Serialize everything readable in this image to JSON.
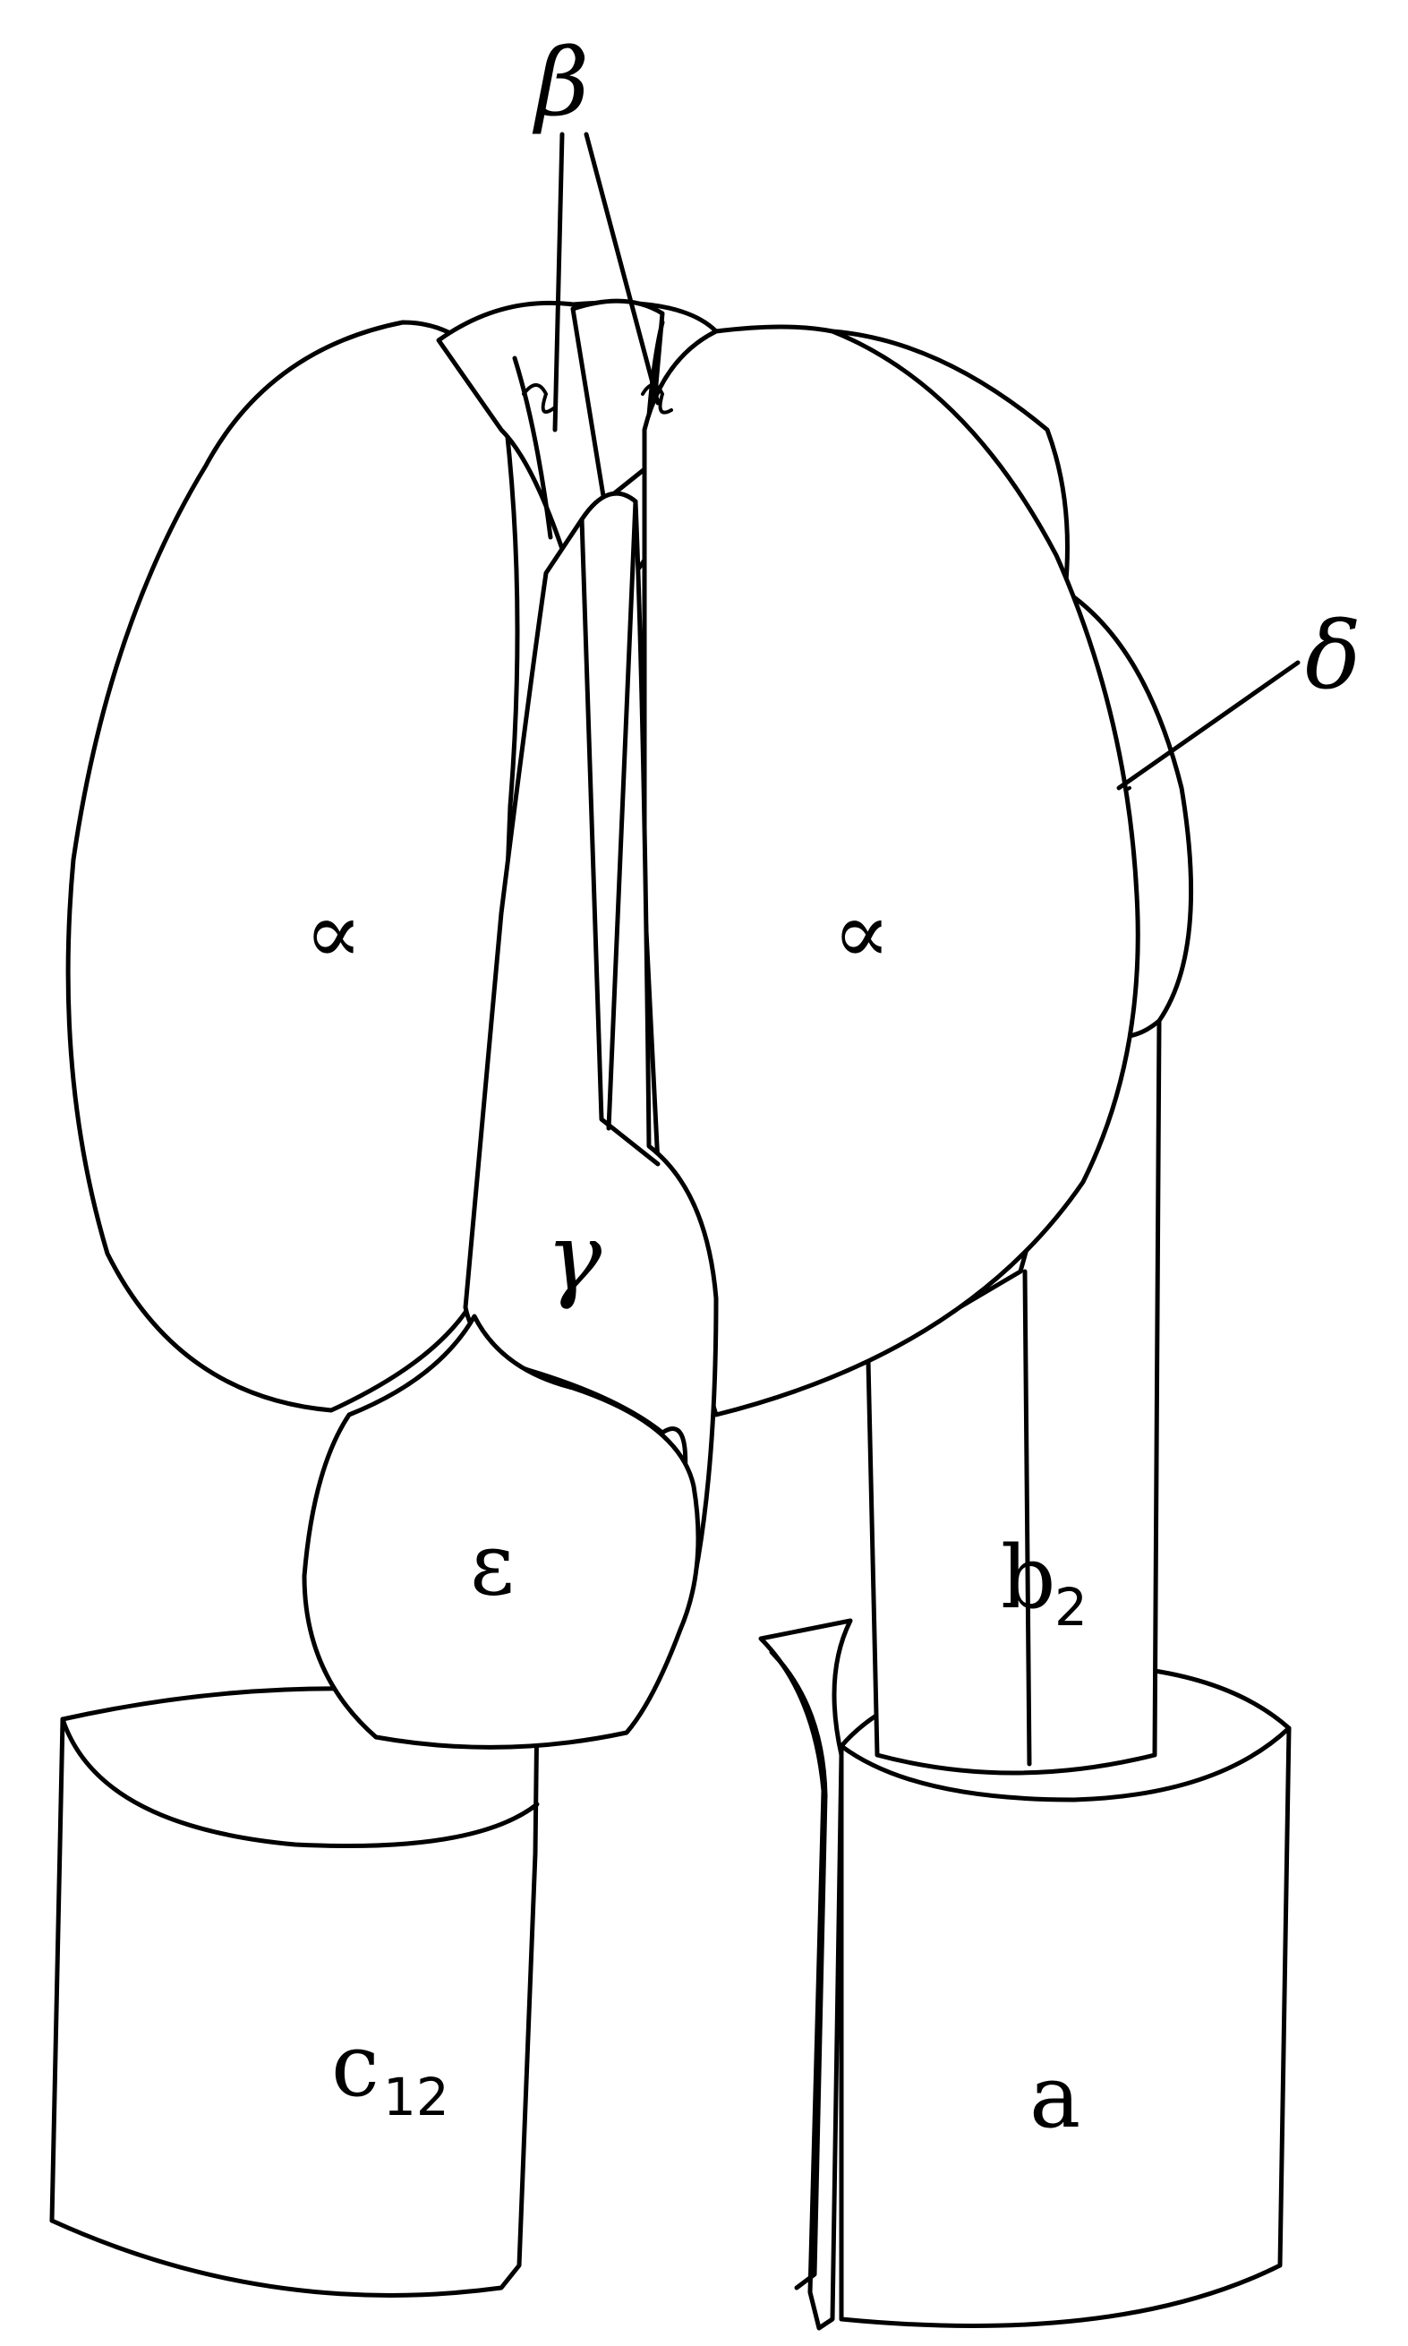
{
  "diagram": {
    "labels": {
      "beta": "β",
      "delta": "δ",
      "alpha_left": "∝",
      "alpha_right": "∝",
      "gamma": "γ",
      "epsilon": "ε",
      "b2_base": "b",
      "b2_sub": "2",
      "c12_base": "c",
      "c12_sub": "12",
      "a": "a"
    },
    "colors": {
      "stroke": "#000000",
      "fill": "#ffffff",
      "background": "#ffffff"
    }
  }
}
